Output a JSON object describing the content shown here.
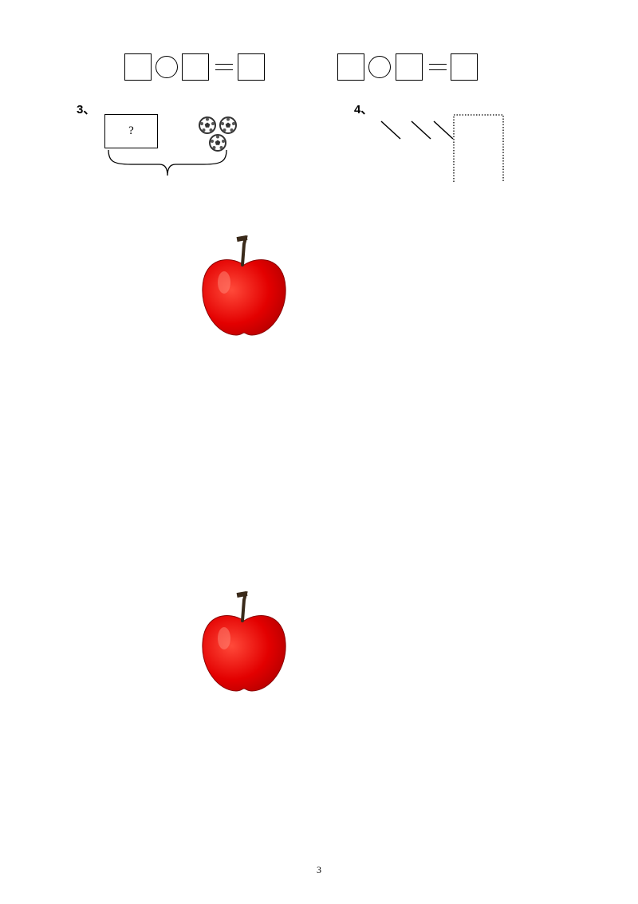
{
  "question_3": {
    "number": "3、",
    "box_text": "?"
  },
  "question_4": {
    "number": "4、"
  },
  "page_number": "3",
  "icons": [
    "soccer-ball-icon",
    "apple-icon",
    "stick-icon",
    "brace-icon"
  ],
  "colors": {
    "apple_red": "#e30000",
    "apple_stem": "#3a2a1a",
    "ink": "#000000"
  }
}
